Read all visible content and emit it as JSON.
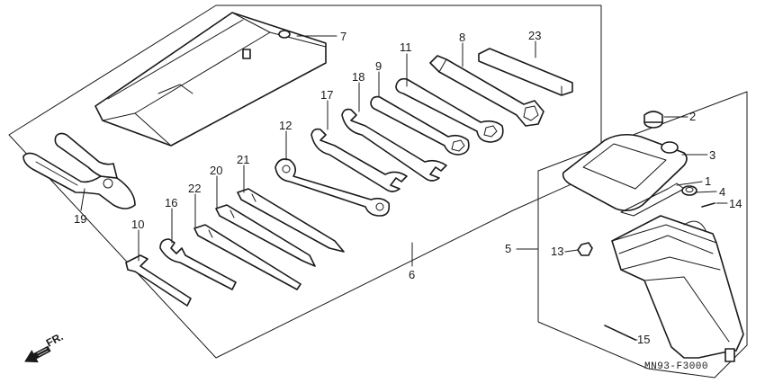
{
  "callouts": {
    "c1": "1",
    "c2": "2",
    "c3": "3",
    "c4": "4",
    "c5": "5",
    "c6": "6",
    "c7": "7",
    "c8": "8",
    "c9": "9",
    "c10": "10",
    "c11": "11",
    "c12": "12",
    "c13": "13",
    "c14": "14",
    "c15": "15",
    "c16": "16",
    "c17": "17",
    "c18": "18",
    "c19": "19",
    "c20": "20",
    "c21": "21",
    "c22": "22",
    "c23": "23"
  },
  "direction_label": "FR.",
  "drawing_code": "MN93-F3000"
}
